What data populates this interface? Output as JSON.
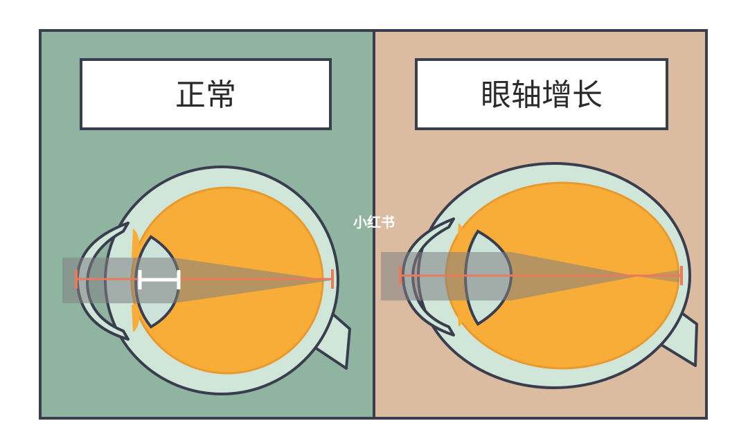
{
  "panels": {
    "normal": {
      "title": "正常"
    },
    "elongated": {
      "title": "眼轴增长"
    }
  },
  "watermark": "小红书",
  "colors": {
    "normal_bg": "#8fb5a1",
    "elongated_bg": "#dcbca0",
    "frame": "#3a3d4d",
    "sclera": "#cfe6d9",
    "vitreous": "#f8ad39",
    "vitreous_edge": "#e89a2e",
    "lens": "#cde2d8",
    "light_beam": "#7f7f84",
    "axis_line": "#ea7a5c",
    "measure_bar": "#ffffff"
  }
}
